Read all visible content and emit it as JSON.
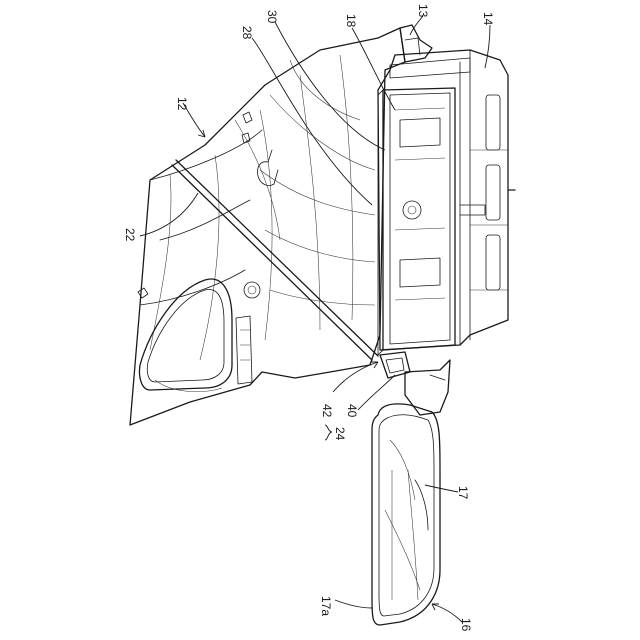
{
  "labels": {
    "l12": "12",
    "l13": "13",
    "l14": "14",
    "l16": "16",
    "l17": "17",
    "l17a": "17a",
    "l18": "18",
    "l22": "22",
    "l24": "24",
    "l28": "28",
    "l30": "30",
    "l40": "40",
    "l42": "42"
  }
}
